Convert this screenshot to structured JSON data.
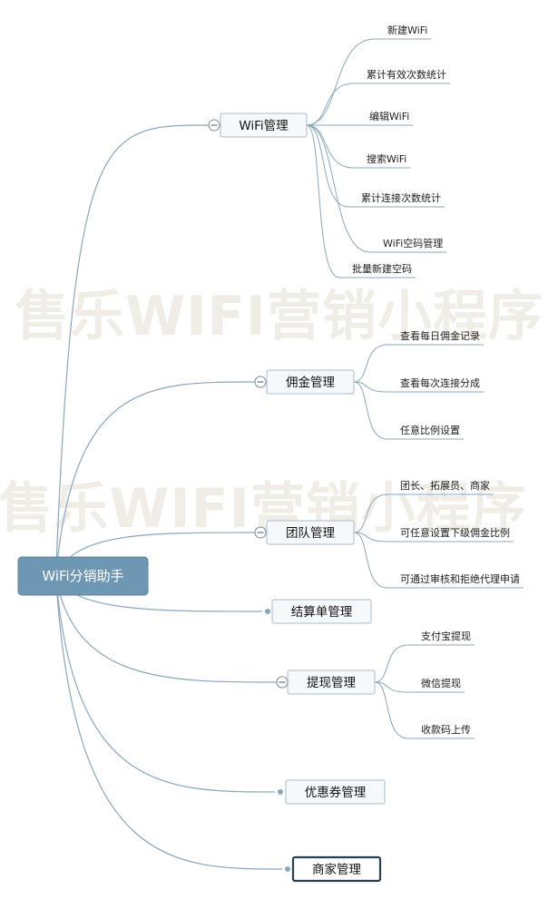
{
  "root": {
    "label": "WiFi分销助手"
  },
  "branches": [
    {
      "id": "wifi",
      "label": "WiFi管理",
      "collapse_icon": "minus-circle-icon",
      "children": [
        "新建WiFi",
        "累计有效次数统计",
        "编辑WiFi",
        "搜索WiFi",
        "累计连接次数统计",
        "WiFi空码管理",
        "批量新建空码"
      ]
    },
    {
      "id": "commission",
      "label": "佣金管理",
      "collapse_icon": "minus-circle-icon",
      "children": [
        "查看每日佣金记录",
        "查看每次连接分成",
        "任意比例设置"
      ]
    },
    {
      "id": "team",
      "label": "团队管理",
      "collapse_icon": "minus-circle-icon",
      "children": [
        "团长、拓展员、商家",
        "可任意设置下级佣金比例",
        "可通过审核和拒绝代理申请"
      ]
    },
    {
      "id": "settlement",
      "label": "结算单管理",
      "collapse_icon": "dot-icon",
      "children": []
    },
    {
      "id": "withdraw",
      "label": "提现管理",
      "collapse_icon": "minus-circle-icon",
      "children": [
        "支付宝提现",
        "微信提现",
        "收款码上传"
      ]
    },
    {
      "id": "coupon",
      "label": "优惠券管理",
      "collapse_icon": "dot-icon",
      "children": []
    },
    {
      "id": "merchant",
      "label": "商家管理",
      "collapse_icon": "dot-icon",
      "children": [],
      "selected": true
    }
  ],
  "watermark": {
    "line1": "售乐WIFI营销小程序",
    "line2": "售乐WIFI营销小程序"
  },
  "colors": {
    "connector": "#8aa7bb",
    "root_fill": "#6e97b3",
    "node_border": "#a9bccb",
    "node_fill": "#f6f9fb",
    "selected_border": "#2b3f52"
  }
}
